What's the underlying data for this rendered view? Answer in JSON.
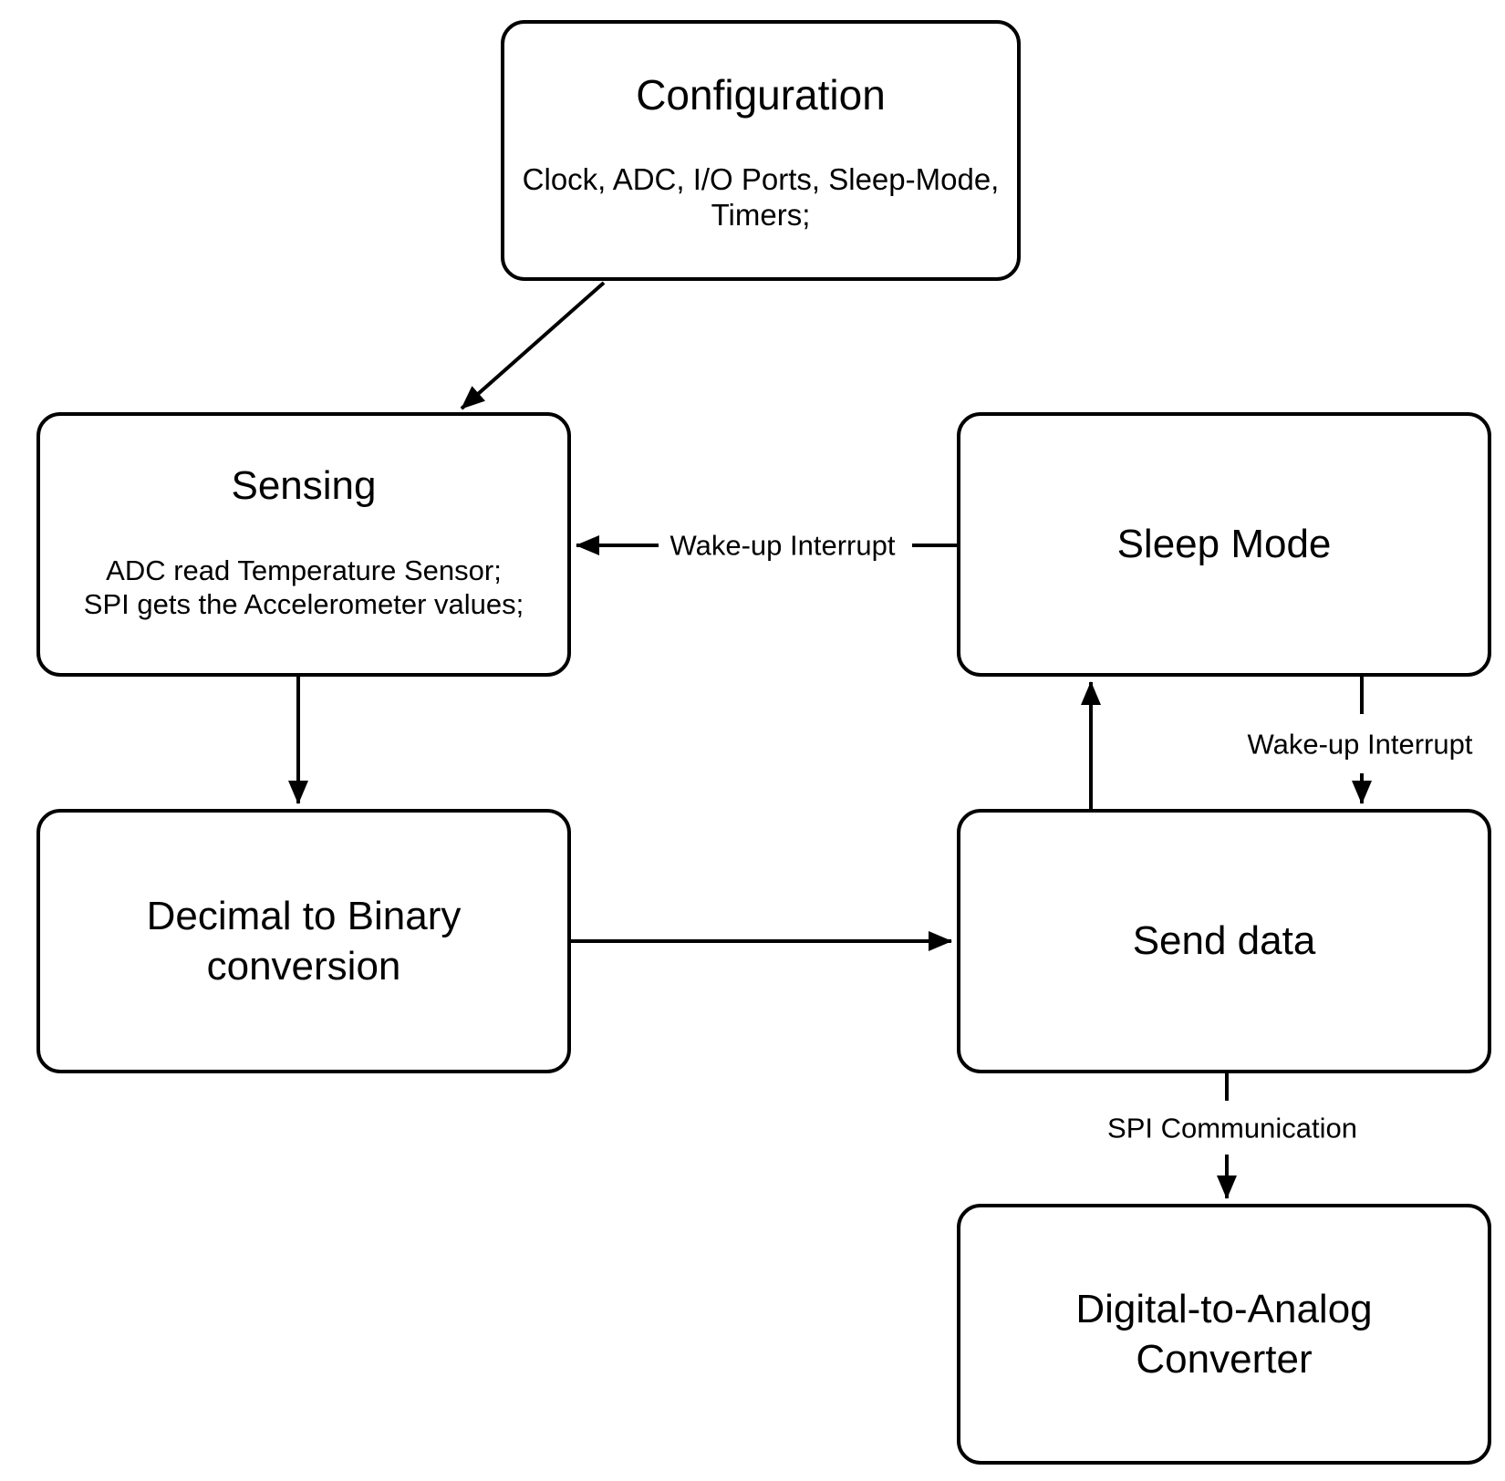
{
  "diagram": {
    "colors": {
      "stroke": "#000000",
      "background": "#ffffff"
    },
    "nodes": {
      "configuration": {
        "title": "Configuration",
        "body": [
          "Clock, ADC, I/O Ports, Sleep-Mode,",
          "Timers;"
        ]
      },
      "sensing": {
        "title": "Sensing",
        "body": [
          "ADC read Temperature Sensor;",
          "SPI gets the Accelerometer values;"
        ]
      },
      "sleep_mode": {
        "title": "Sleep Mode"
      },
      "decimal_to_binary": {
        "title": [
          "Decimal to Binary",
          "conversion"
        ]
      },
      "send_data": {
        "title": "Send data"
      },
      "digital_to_analog": {
        "title": [
          "Digital-to-Analog",
          "Converter"
        ]
      }
    },
    "edges": {
      "sleep_to_sensing_label": "Wake-up Interrupt",
      "sleep_to_send_label": "Wake-up Interrupt",
      "send_to_dac_label": "SPI Communication"
    }
  }
}
